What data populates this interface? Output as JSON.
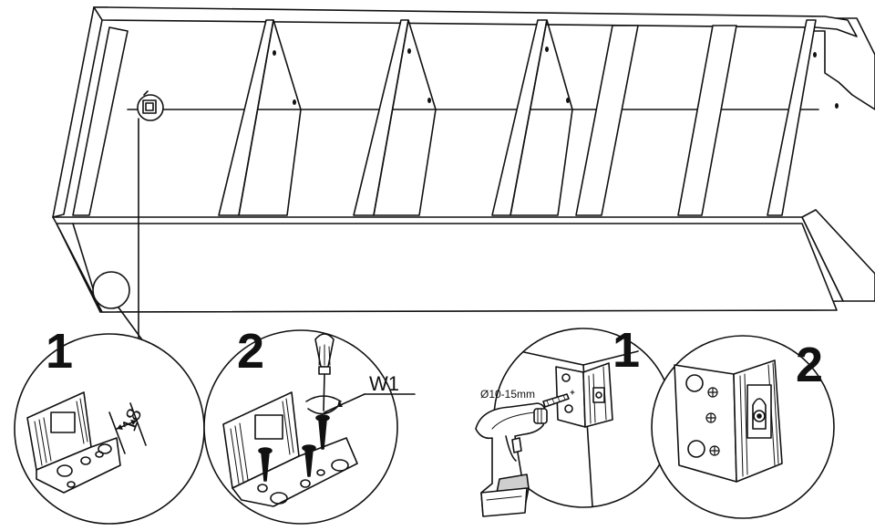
{
  "steps": {
    "bracket_1": "1",
    "bracket_2": "2",
    "wall_1": "1",
    "wall_2": "2"
  },
  "labels": {
    "screw_code": "W1",
    "bracket_width": "18",
    "drill_size": "Ø10-15mm"
  },
  "colors": {
    "line": "#111111",
    "fill": "#ffffff",
    "shade": "#cfcfcf"
  },
  "icons": {
    "screwdriver": "screwdriver-icon",
    "drill": "cordless-drill-icon",
    "screw": "screw-icon"
  }
}
